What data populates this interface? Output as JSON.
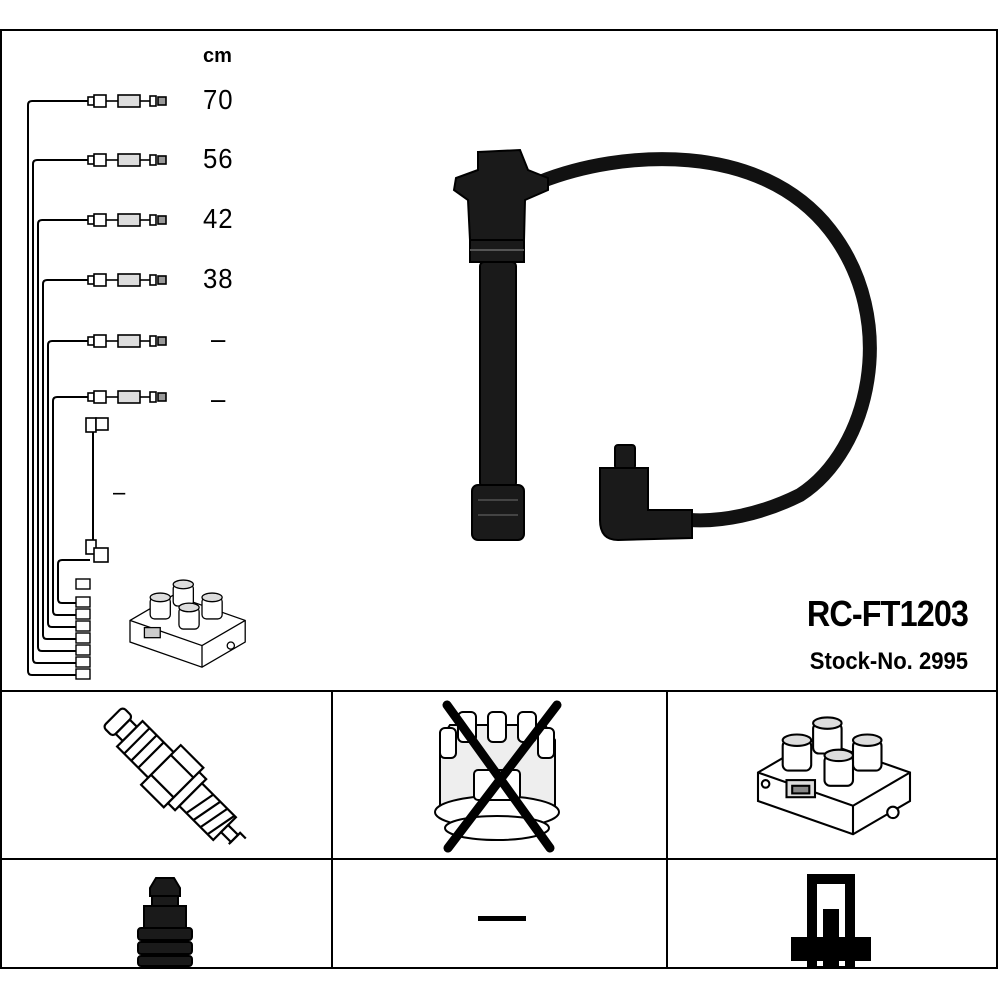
{
  "header": {
    "unit_label": "cm"
  },
  "lengths": [
    "70",
    "56",
    "42",
    "38",
    "–",
    "–"
  ],
  "coil_wire_length": "–",
  "product": {
    "part_number": "RC-FT1203",
    "stock_number": "Stock-No. 2995"
  },
  "components": [
    {
      "name": "spark-plug",
      "status": "included"
    },
    {
      "name": "distributor-cap",
      "status": "crossed-out"
    },
    {
      "name": "ignition-coil",
      "status": "included"
    },
    {
      "name": "plug-connector",
      "status": "included"
    },
    {
      "name": "middle-cell",
      "status": "none"
    },
    {
      "name": "coil-connector",
      "status": "included"
    }
  ],
  "colors": {
    "ink": "#000000",
    "background": "#ffffff"
  }
}
